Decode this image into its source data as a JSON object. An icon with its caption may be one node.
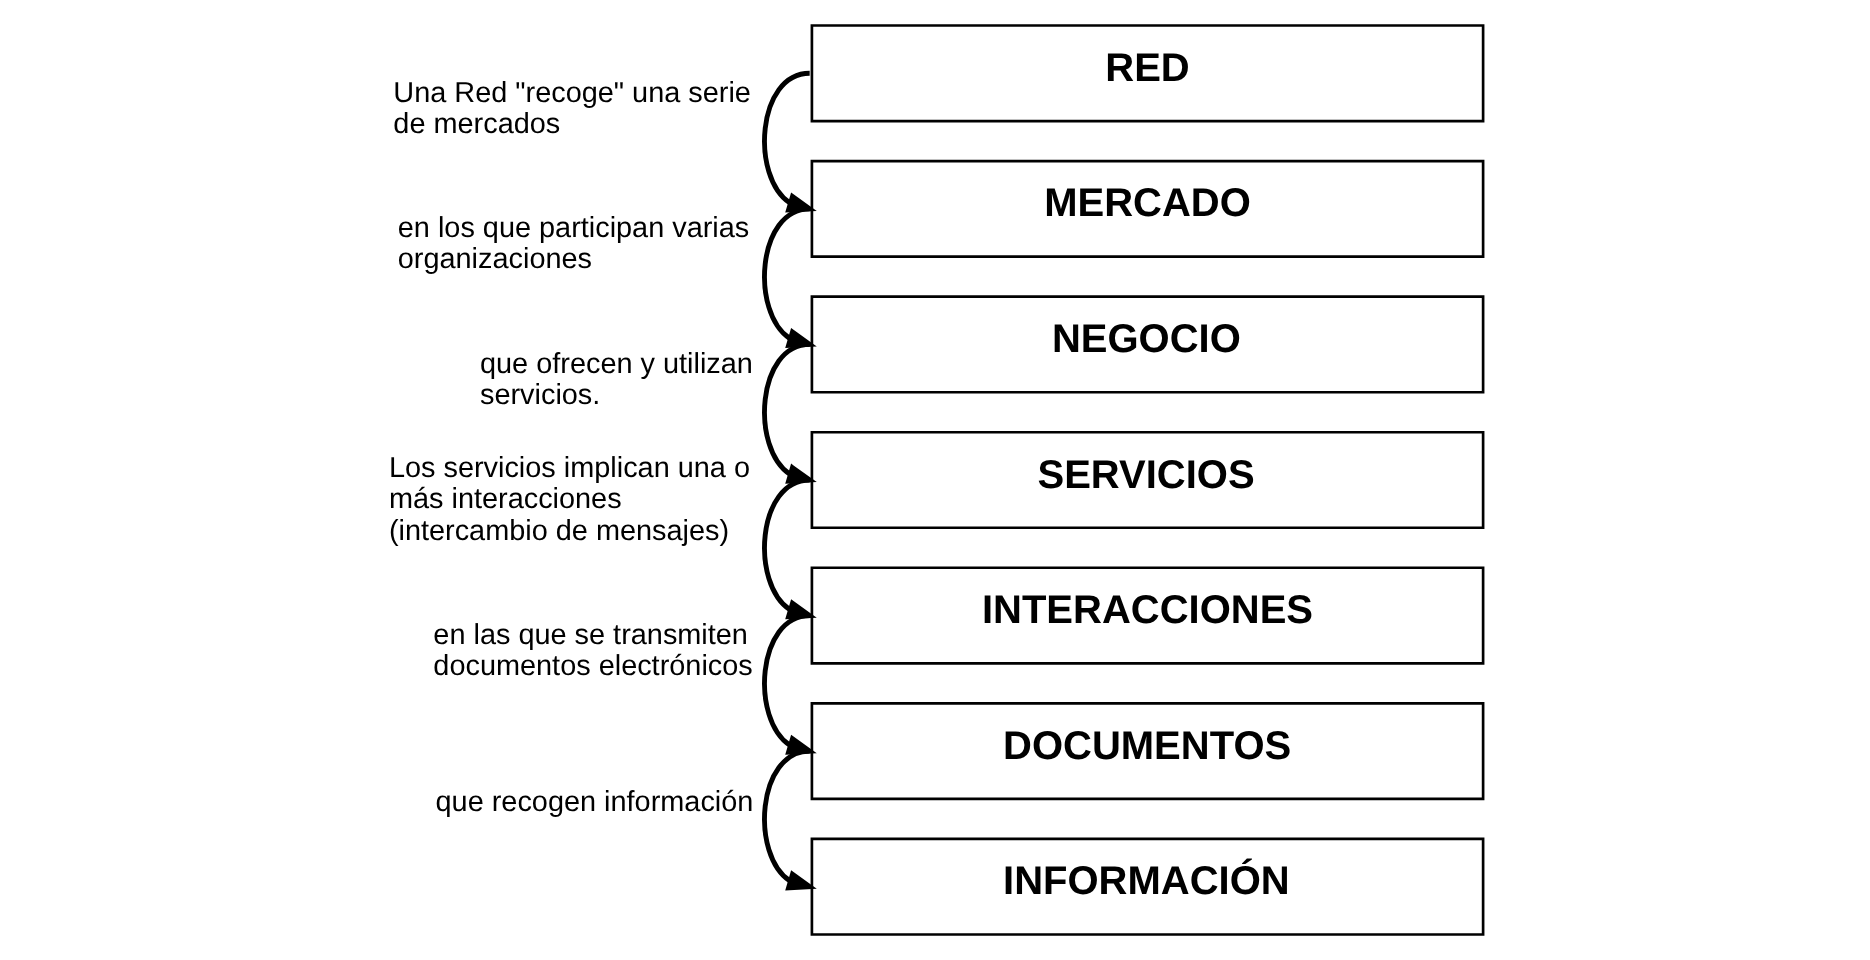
{
  "diagram": {
    "nodes": [
      {
        "text": [
          "RED"
        ]
      },
      {
        "text": [
          "MERCADO"
        ]
      },
      {
        "text": [
          "NEGOCIO"
        ]
      },
      {
        "text": [
          "SERVICIOS"
        ]
      },
      {
        "text": [
          "INTERACCIONES"
        ]
      },
      {
        "text": [
          "DOCUMENTOS"
        ]
      },
      {
        "text": [
          "INFORMACIÓN"
        ]
      }
    ],
    "edges": [
      {
        "from": 0,
        "to": 1,
        "arrow": "to",
        "label": "Una Red \"recoge\" una serie de mercados"
      },
      {
        "from": 1,
        "to": 2,
        "arrow": "to",
        "label": "en los que participan varias organizaciones"
      },
      {
        "from": 2,
        "to": 3,
        "arrow": "to",
        "label": "que ofrecen y utilizan servicios."
      },
      {
        "from": 3,
        "to": 4,
        "arrow": "to",
        "label": "Los servicios implican una o más interacciones (intercambio de mensajes)"
      },
      {
        "from": 4,
        "to": 5,
        "arrow": "to",
        "label": "en las que se transmiten documentos electrónicos"
      },
      {
        "from": 5,
        "to": 6,
        "arrow": "to",
        "label": "que recogen información"
      }
    ]
  }
}
